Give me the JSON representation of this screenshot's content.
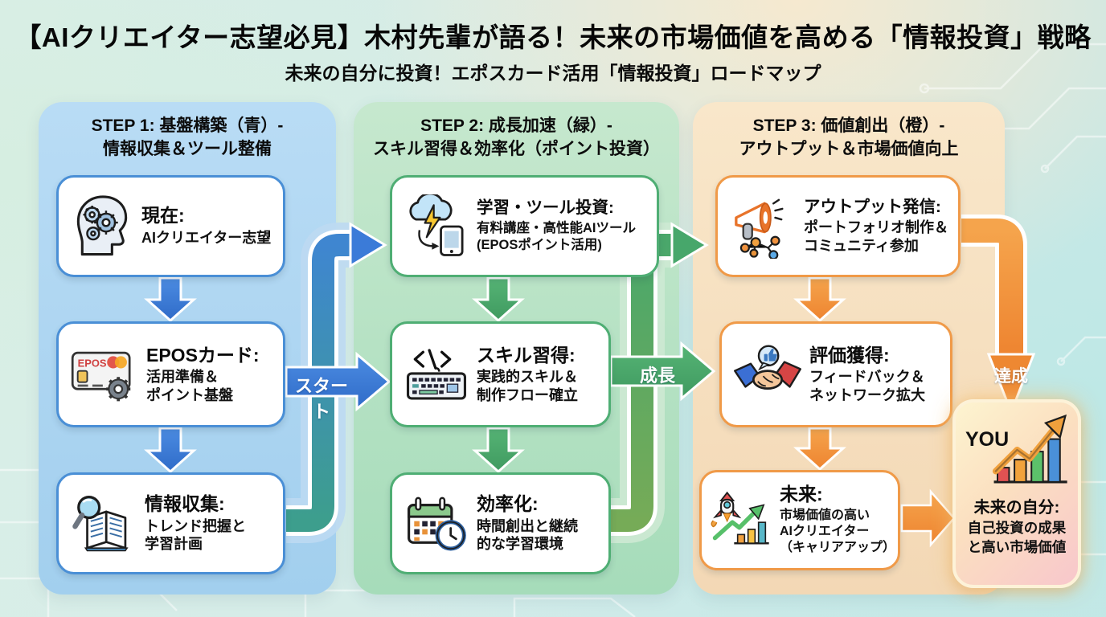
{
  "title": "【AIクリエイター志望必見】木村先輩が語る！未来の市場価値を高める「情報投資」戦略",
  "subtitle": "未来の自分に投資！エポスカード活用「情報投資」ロードマップ",
  "labels": {
    "start": "スタート",
    "growth": "成長",
    "achieve": "達成"
  },
  "icon_texts": {
    "epos": "EPOS"
  },
  "colors": {
    "step1_accent": "#3b7bd8",
    "step2_accent": "#47a76b",
    "step3_accent": "#f0923e"
  },
  "columns": [
    {
      "header_line1": "STEP 1: 基盤構築（青）-",
      "header_line2": "情報収集＆ツール整備",
      "boxes": [
        {
          "title": "現在:",
          "lines": [
            "AIクリエイター志望"
          ]
        },
        {
          "title": "EPOSカード:",
          "lines": [
            "活用準備＆",
            "ポイント基盤"
          ]
        },
        {
          "title": "情報収集:",
          "lines": [
            "トレンド把握と",
            "学習計画"
          ]
        }
      ]
    },
    {
      "header_line1": "STEP 2: 成長加速（緑）-",
      "header_line2": "スキル習得＆効率化（ポイント投資）",
      "boxes": [
        {
          "title": "学習・ツール投資:",
          "lines": [
            "有料講座・高性能AIツール",
            "(EPOSポイント活用)"
          ]
        },
        {
          "title": "スキル習得:",
          "lines": [
            "実践的スキル＆",
            "制作フロー確立"
          ]
        },
        {
          "title": "効率化:",
          "lines": [
            "時間創出と継続",
            "的な学習環境"
          ]
        }
      ]
    },
    {
      "header_line1": "STEP 3: 価値創出（橙）-",
      "header_line2": "アウトプット＆市場価値向上",
      "boxes": [
        {
          "title": "アウトプット発信:",
          "lines": [
            "ポートフォリオ制作＆",
            "コミュニティ参加"
          ]
        },
        {
          "title": "評価獲得:",
          "lines": [
            "フィードバック＆",
            "ネットワーク拡大"
          ]
        },
        {
          "title": "未来:",
          "lines": [
            "市場価値の高い",
            "AIクリエイター",
            "（キャリアアップ）"
          ]
        }
      ]
    }
  ],
  "final_box": {
    "you": "YOU",
    "title": "未来の自分:",
    "lines": [
      "自己投資の成果",
      "と高い市場価値"
    ]
  }
}
